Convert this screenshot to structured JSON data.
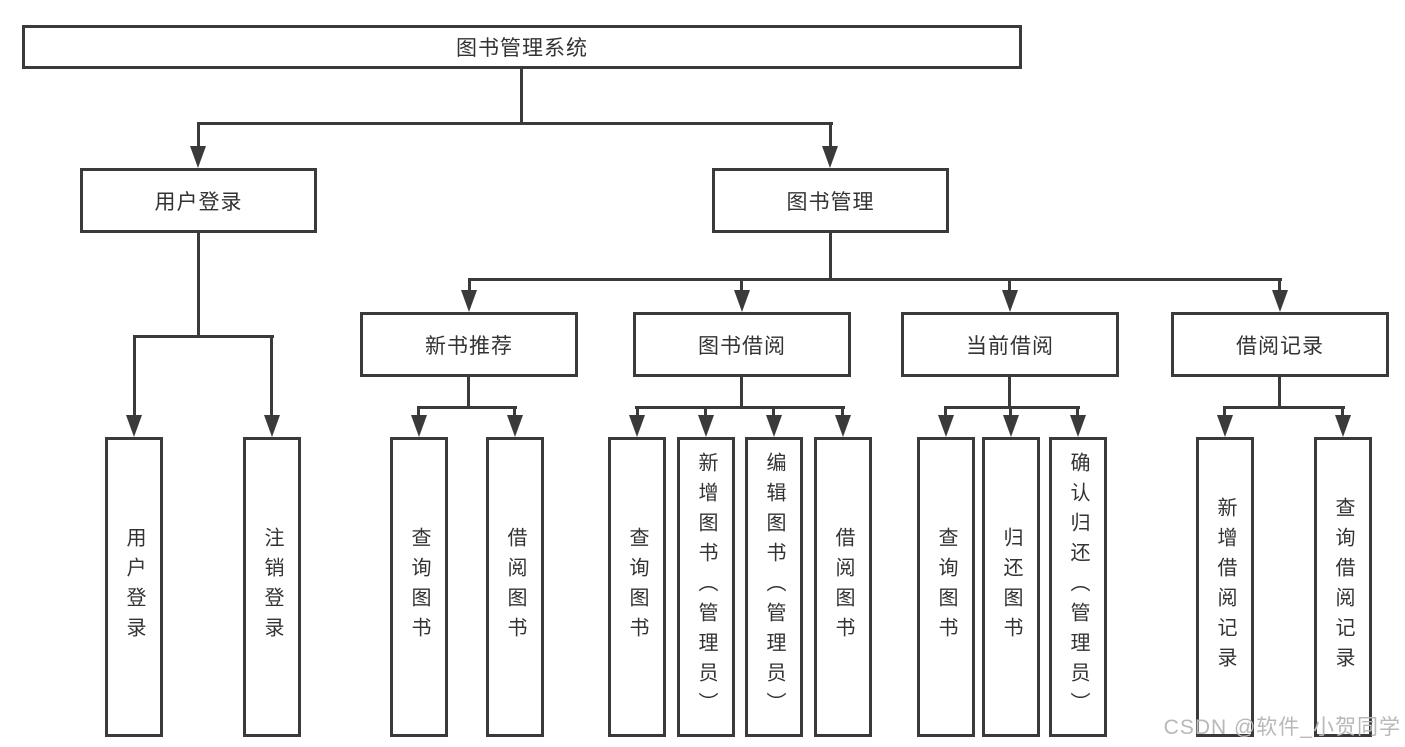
{
  "diagram": {
    "nodes": {
      "root": {
        "label": "图书管理系统"
      },
      "user_login": {
        "label": "用户登录"
      },
      "book_mgmt": {
        "label": "图书管理"
      },
      "new_books": {
        "label": "新书推荐"
      },
      "book_borrow": {
        "label": "图书借阅"
      },
      "current_borrow": {
        "label": "当前借阅"
      },
      "borrow_records": {
        "label": "借阅记录"
      },
      "ul_login": {
        "label": "用户登录"
      },
      "ul_logout": {
        "label": "注销登录"
      },
      "nb_query_books": {
        "label": "查询图书"
      },
      "nb_borrow_books": {
        "label": "借阅图书"
      },
      "bb_query_books": {
        "label": "查询图书"
      },
      "bb_add_books": {
        "label": "新增图书（管理员）"
      },
      "bb_edit_books": {
        "label": "编辑图书（管理员）"
      },
      "bb_borrow_books": {
        "label": "借阅图书"
      },
      "cb_query_books": {
        "label": "查询图书"
      },
      "cb_return_books": {
        "label": "归还图书"
      },
      "cb_confirm_return": {
        "label": "确认归还（管理员）"
      },
      "br_add_record": {
        "label": "新增借阅记录"
      },
      "br_query_record": {
        "label": "查询借阅记录"
      }
    },
    "watermark": "CSDN @软件_小贺同学",
    "colors": {
      "line": "#3a3a3a",
      "text": "#333333",
      "watermark": "#b8b8b8",
      "background": "#ffffff"
    }
  }
}
